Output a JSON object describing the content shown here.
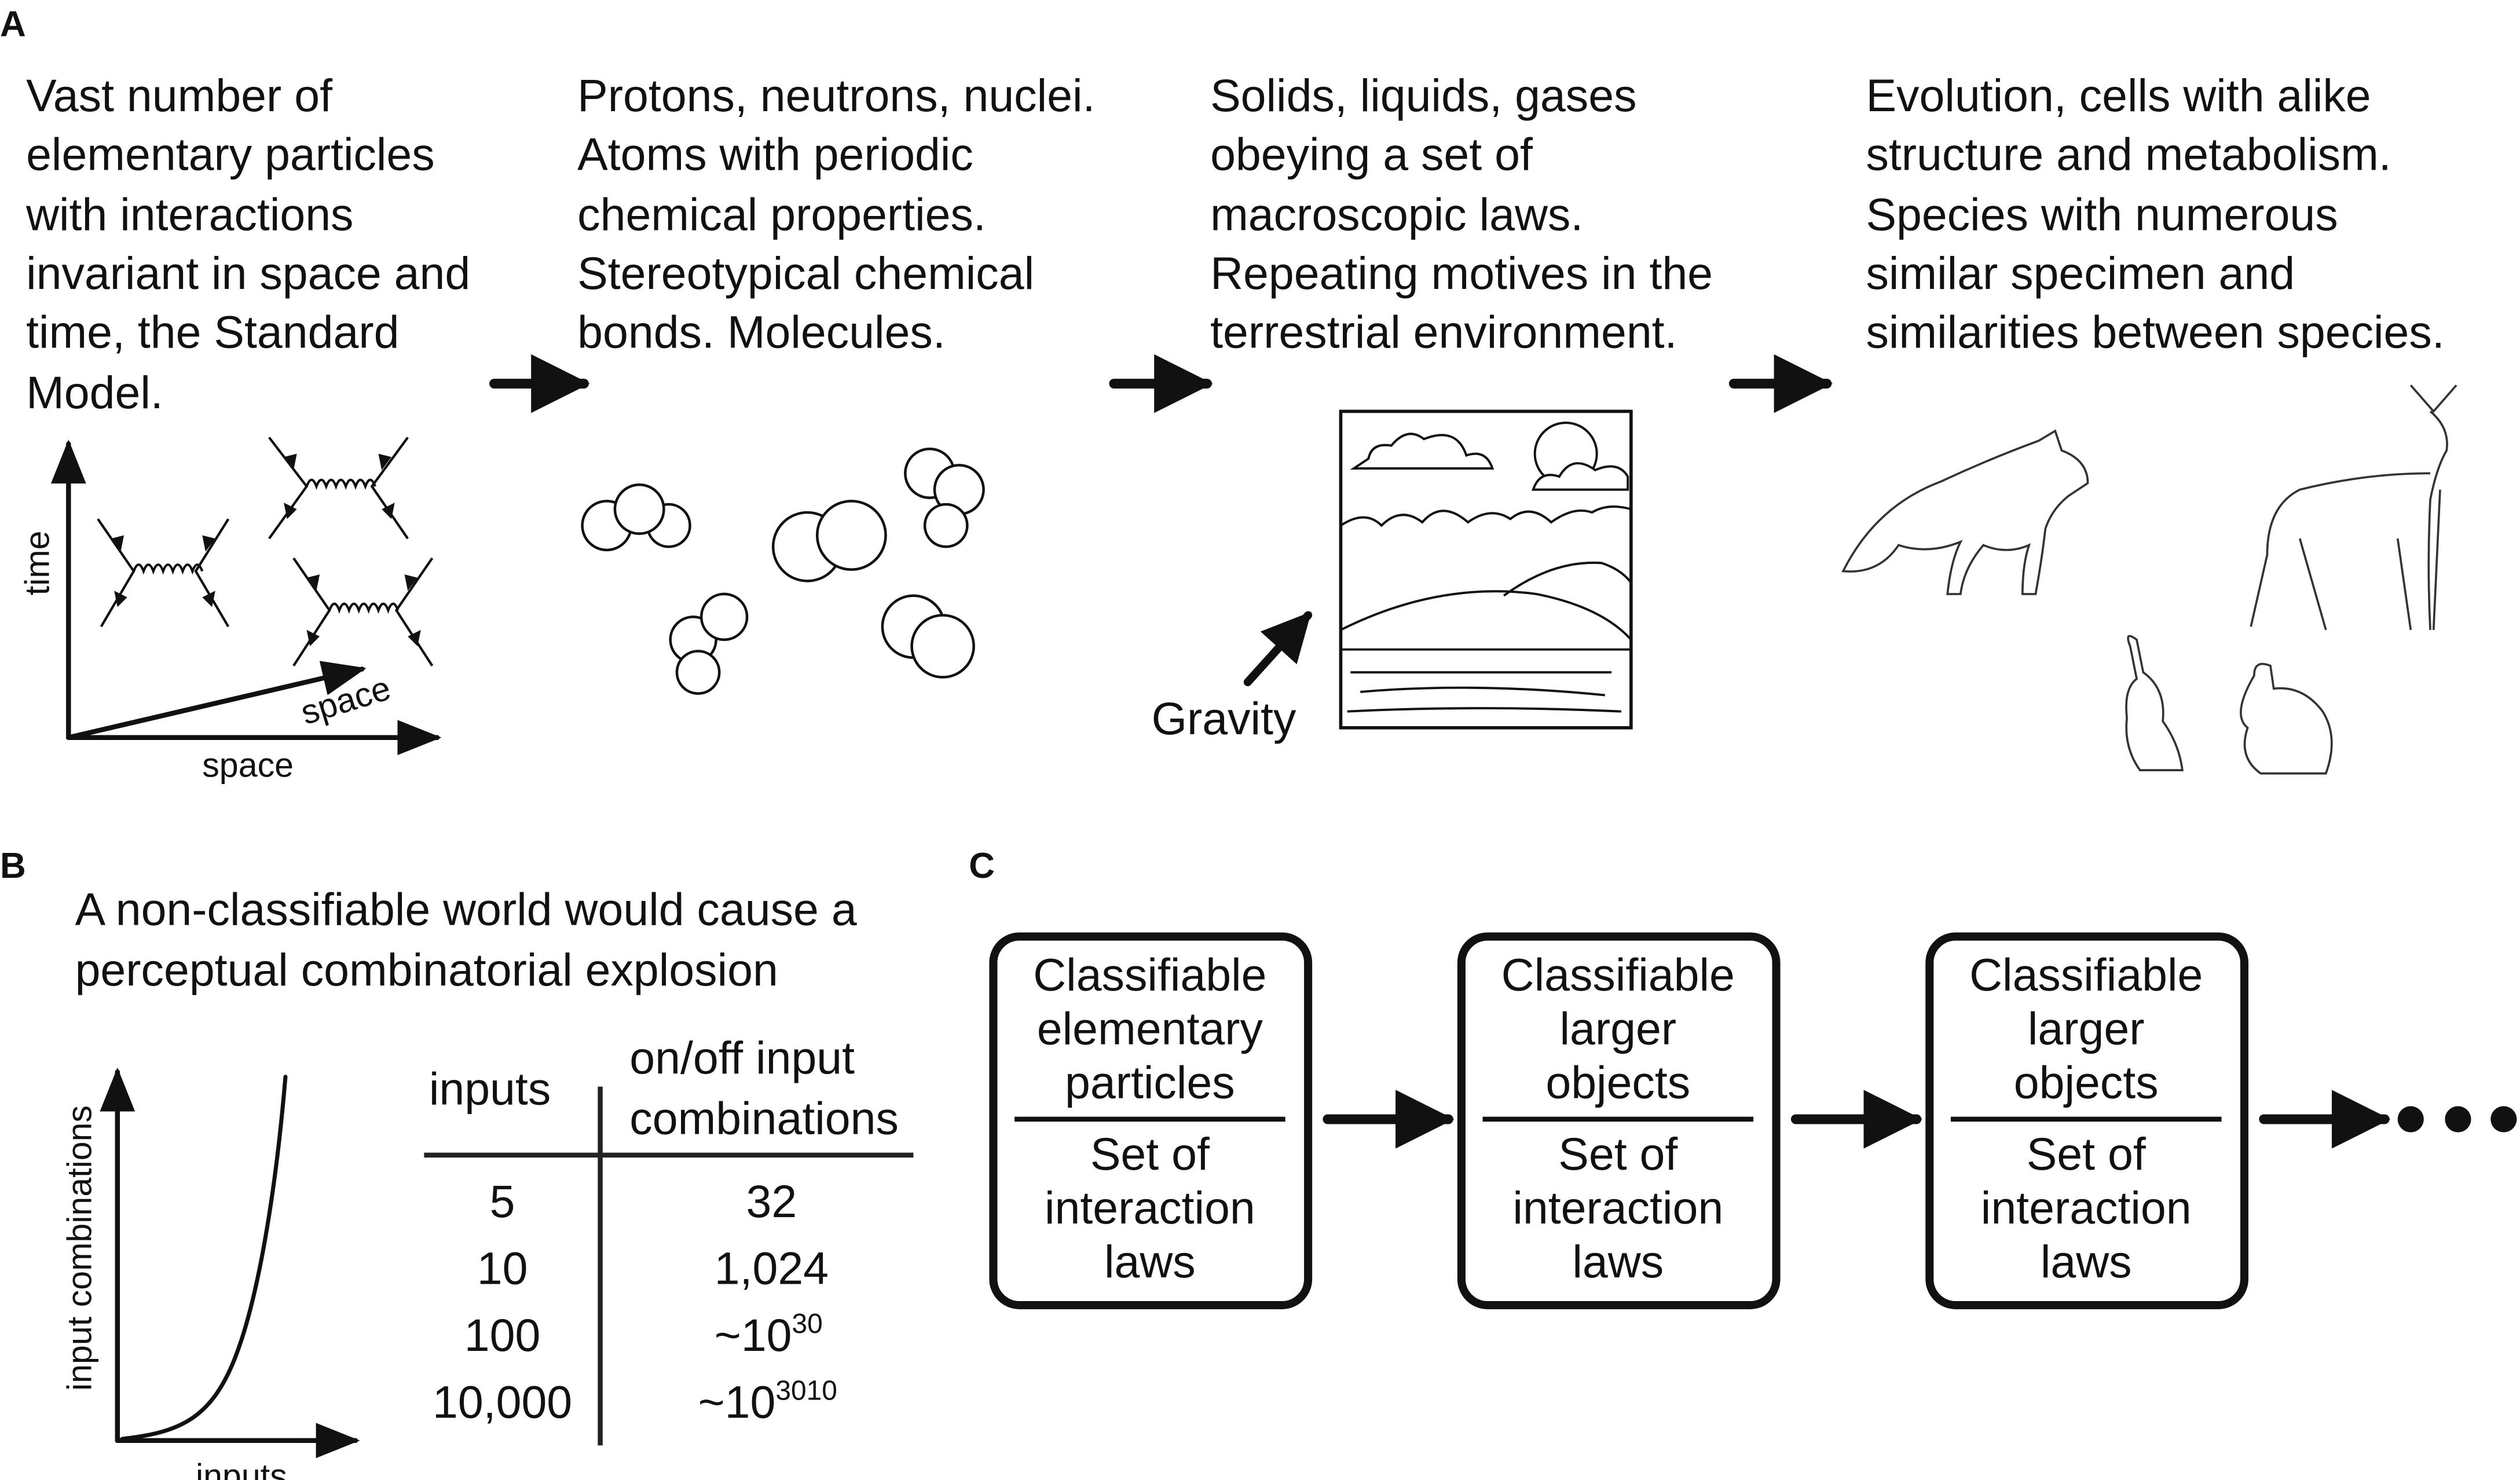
{
  "panel_a": {
    "label": "A",
    "columns": [
      {
        "lines": [
          "Vast number of",
          "elementary particles",
          "with interactions",
          "invariant in space and",
          "time, the Standard",
          "Model."
        ]
      },
      {
        "lines": [
          "Protons, neutrons, nuclei.",
          "Atoms with periodic",
          "chemical properties.",
          "Stereotypical chemical",
          "bonds. Molecules."
        ]
      },
      {
        "lines": [
          "Solids, liquids, gases",
          "obeying a set of",
          "macroscopic laws.",
          "Repeating motives in the",
          "terrestrial environment."
        ]
      },
      {
        "lines": [
          "Evolution, cells with alike",
          "structure and metabolism.",
          "Species with numerous",
          "similar specimen and",
          "similarities between species."
        ]
      }
    ],
    "axis_time": "time",
    "axis_space_x": "space",
    "axis_space_diag": "space",
    "gravity_label": "Gravity"
  },
  "panel_b": {
    "label": "B",
    "title_lines": [
      "A non-classifiable world would cause a",
      "perceptual combinatorial explosion"
    ],
    "ylabel": "input combinations",
    "xlabel": "inputs",
    "table": {
      "headers": [
        "inputs",
        "on/off input",
        "combinations"
      ],
      "rows": [
        {
          "inputs": "5",
          "base": "32",
          "exp": ""
        },
        {
          "inputs": "10",
          "base": "1,024",
          "exp": ""
        },
        {
          "inputs": "100",
          "base": "~10",
          "exp": "30"
        },
        {
          "inputs": "10,000",
          "base": "~10",
          "exp": "3010"
        }
      ]
    }
  },
  "panel_c": {
    "label": "C",
    "boxes": [
      {
        "top": [
          "Classifiable",
          "elementary",
          "particles"
        ],
        "bottom": [
          "Set of",
          "interaction",
          "laws"
        ]
      },
      {
        "top": [
          "Classifiable",
          "larger",
          "objects"
        ],
        "bottom": [
          "Set of",
          "interaction",
          "laws"
        ]
      },
      {
        "top": [
          "Classifiable",
          "larger",
          "objects"
        ],
        "bottom": [
          "Set of",
          "interaction",
          "laws"
        ]
      }
    ]
  }
}
